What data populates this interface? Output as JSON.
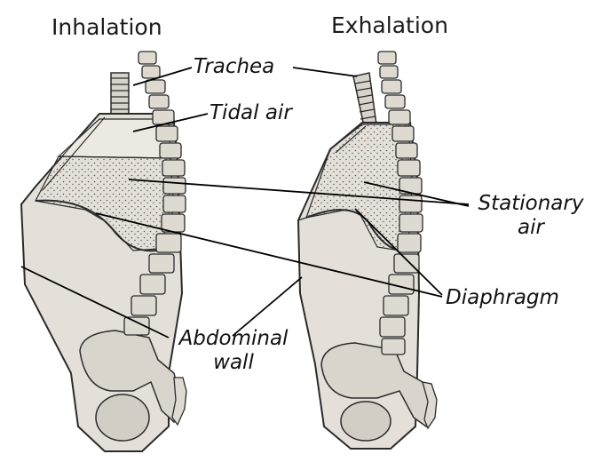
{
  "headings": {
    "inhalation": "Inhalation",
    "exhalation": "Exhalation"
  },
  "labels": {
    "trachea": "Trachea",
    "tidal_air": "Tidal air",
    "stationary_air_line1": "Stationary",
    "stationary_air_line2": "air",
    "diaphragm": "Diaphragm",
    "abdominal_wall_line1": "Abdominal",
    "abdominal_wall_line2": "wall"
  },
  "colors": {
    "body_fill": "#e4e0d9",
    "outline": "#2b2b2b",
    "stipple": "#555555",
    "leader_line": "#000000"
  }
}
